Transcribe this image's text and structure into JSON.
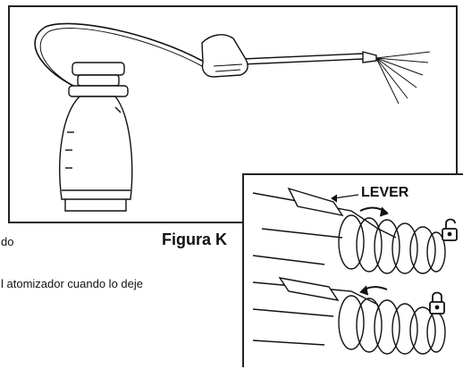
{
  "figure": {
    "label": "Figura K",
    "lever_label": "LEVER"
  },
  "text": {
    "caption_fragment": "do",
    "body_fragment": "l atomizador cuando lo deje"
  },
  "icons": {
    "unlocked": "unlock-icon",
    "locked": "lock-icon"
  },
  "colors": {
    "ink": "#111111",
    "background": "#ffffff"
  }
}
